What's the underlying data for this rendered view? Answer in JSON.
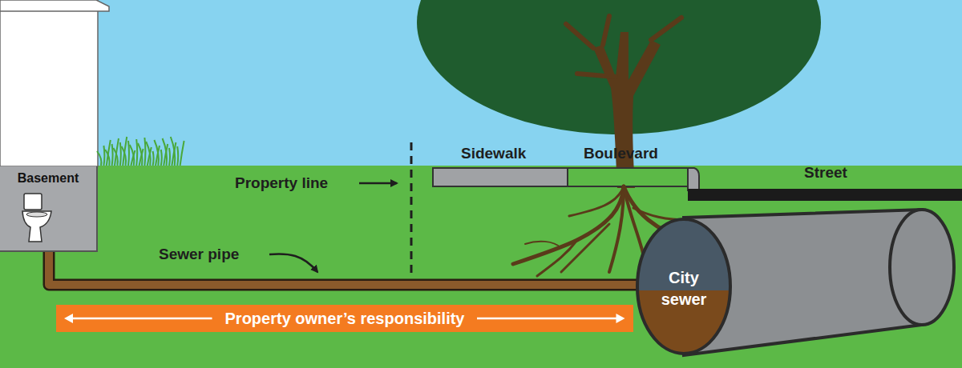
{
  "diagram": {
    "nodes": [
      {
        "text": [
          "Basement"
        ]
      },
      {
        "text": [
          "City sewer"
        ]
      },
      {
        "text": [
          "Property owner’s responsibility"
        ]
      }
    ],
    "edges": [
      {
        "from": 0,
        "to": 1,
        "arrow": "none"
      }
    ],
    "labels": [
      "Sidewalk",
      "Boulevard",
      "Street",
      "Property line",
      "Sewer pipe"
    ]
  }
}
